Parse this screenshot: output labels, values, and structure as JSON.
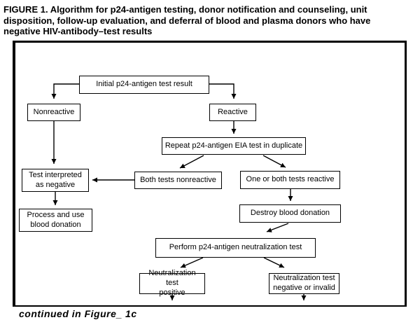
{
  "title": "FIGURE 1. Algorithm for p24-antigen testing, donor notification and counseling, unit\ndisposition, follow-up evaluation, and deferral of blood and plasma donors who have\nnegative HIV-antibody–test results",
  "footer": {
    "continued_label": "continued in Figure_ 1c"
  },
  "colors": {
    "background": "#ffffff",
    "line": "#000000",
    "text": "#000000"
  },
  "flow": {
    "type": "flowchart",
    "nodes": {
      "initial": {
        "label": "Initial p24-antigen test result"
      },
      "nonreactive": {
        "label": "Nonreactive"
      },
      "reactive": {
        "label": "Reactive"
      },
      "repeat": {
        "label": "Repeat p24-antigen EIA test in duplicate"
      },
      "test_interpreted": {
        "label": "Test interpreted\nas negative"
      },
      "both_nonreactive": {
        "label": "Both tests nonreactive"
      },
      "one_or_both": {
        "label": "One or both tests reactive"
      },
      "process_use": {
        "label": "Process and use\nblood donation"
      },
      "destroy": {
        "label": "Destroy blood donation"
      },
      "perform": {
        "label": "Perform p24-antigen neutralization test"
      },
      "neut_positive": {
        "label": "Neutralization test\npositive"
      },
      "neut_negative": {
        "label": "Neutralization test\nnegative or invalid"
      }
    },
    "edges": [
      {
        "from": "initial",
        "to": "nonreactive"
      },
      {
        "from": "initial",
        "to": "reactive"
      },
      {
        "from": "nonreactive",
        "to": "test_interpreted"
      },
      {
        "from": "reactive",
        "to": "repeat"
      },
      {
        "from": "repeat",
        "to": "both_nonreactive"
      },
      {
        "from": "repeat",
        "to": "one_or_both"
      },
      {
        "from": "both_nonreactive",
        "to": "test_interpreted"
      },
      {
        "from": "test_interpreted",
        "to": "process_use"
      },
      {
        "from": "one_or_both",
        "to": "destroy"
      },
      {
        "from": "destroy",
        "to": "perform"
      },
      {
        "from": "perform",
        "to": "neut_positive"
      },
      {
        "from": "perform",
        "to": "neut_negative"
      },
      {
        "from": "neut_positive",
        "to": "continued-below"
      },
      {
        "from": "neut_negative",
        "to": "continued-below"
      }
    ]
  }
}
